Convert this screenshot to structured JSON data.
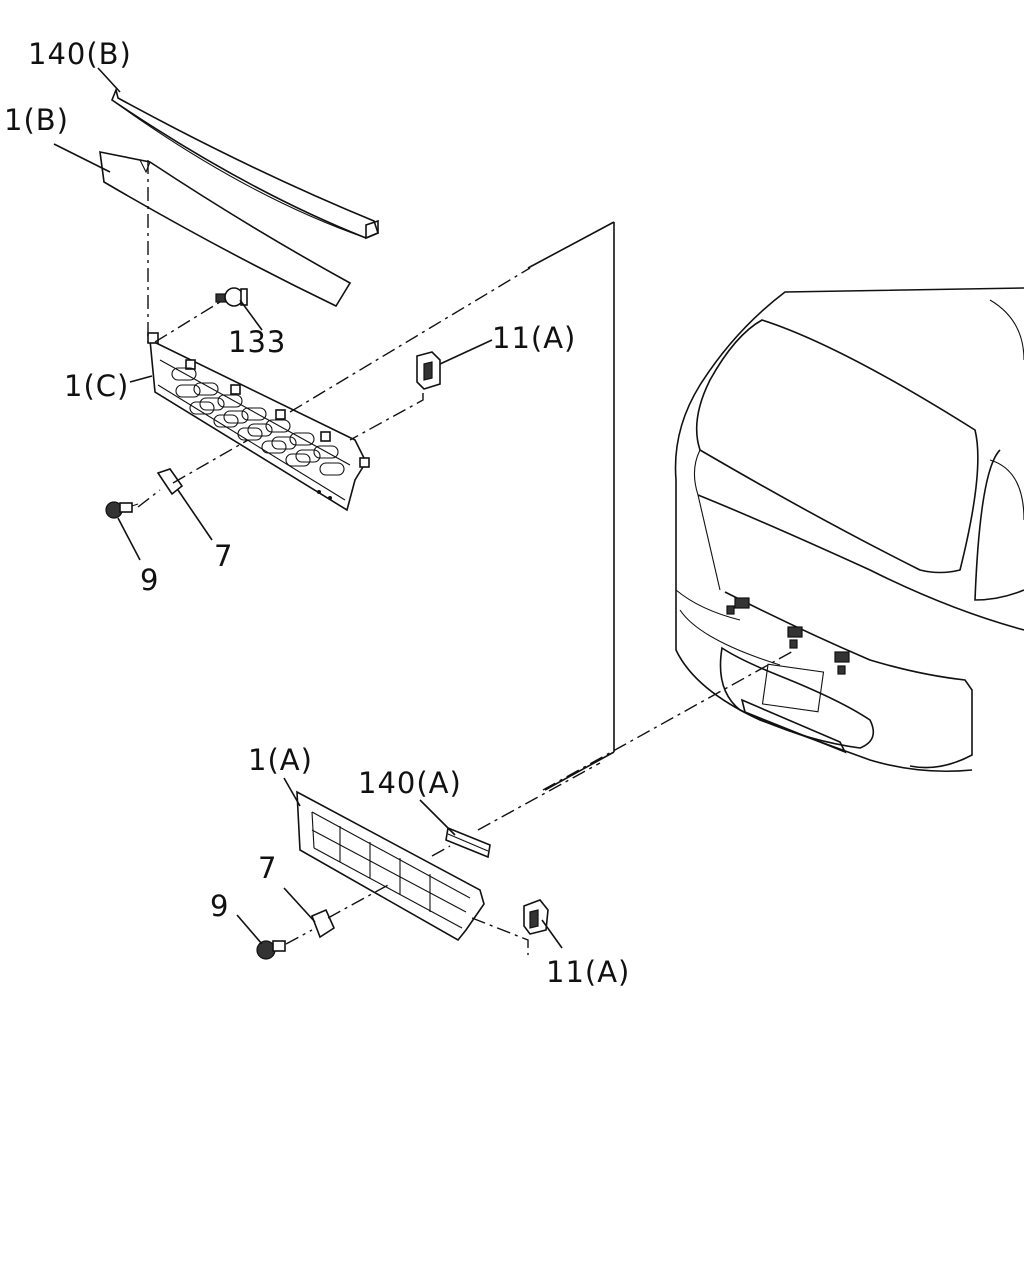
{
  "callouts": {
    "molding_upper": "140(B)",
    "garnish_upper": "1(B)",
    "screw_upper": "133",
    "grille_upper": "1(C)",
    "clip_upper": "11(A)",
    "bolt_upper": "9",
    "bracket_upper": "7",
    "grille_lower": "1(A)",
    "molding_lower": "140(A)",
    "bracket_lower": "7",
    "bolt_lower": "9",
    "clip_lower": "11(A)"
  }
}
